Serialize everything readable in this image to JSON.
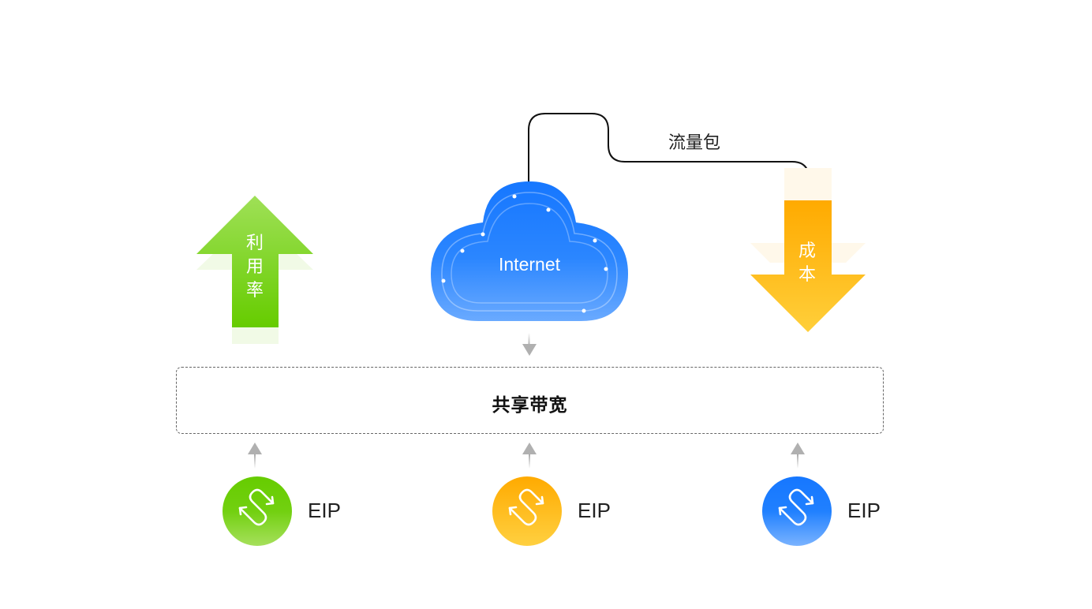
{
  "diagram": {
    "cloud": {
      "label": "Internet",
      "color_top": "#1677ff",
      "color_bottom": "#69a9ff"
    },
    "traffic_package": {
      "label": "流量包"
    },
    "utilization_arrow": {
      "label_chars": [
        "利",
        "用",
        "率"
      ],
      "direction": "up",
      "color": "#66cc00"
    },
    "cost_arrow": {
      "label_chars": [
        "成",
        "本"
      ],
      "direction": "down",
      "color": "#ffaa00"
    },
    "shared_bandwidth": {
      "label": "共享带宽"
    },
    "eips": [
      {
        "label": "EIP",
        "color": "green",
        "top": "#66cc00",
        "bottom": "#a6e05c"
      },
      {
        "label": "EIP",
        "color": "orange",
        "top": "#ffaa00",
        "bottom": "#ffd040"
      },
      {
        "label": "EIP",
        "color": "blue",
        "top": "#1677ff",
        "bottom": "#6aaaff"
      }
    ]
  }
}
